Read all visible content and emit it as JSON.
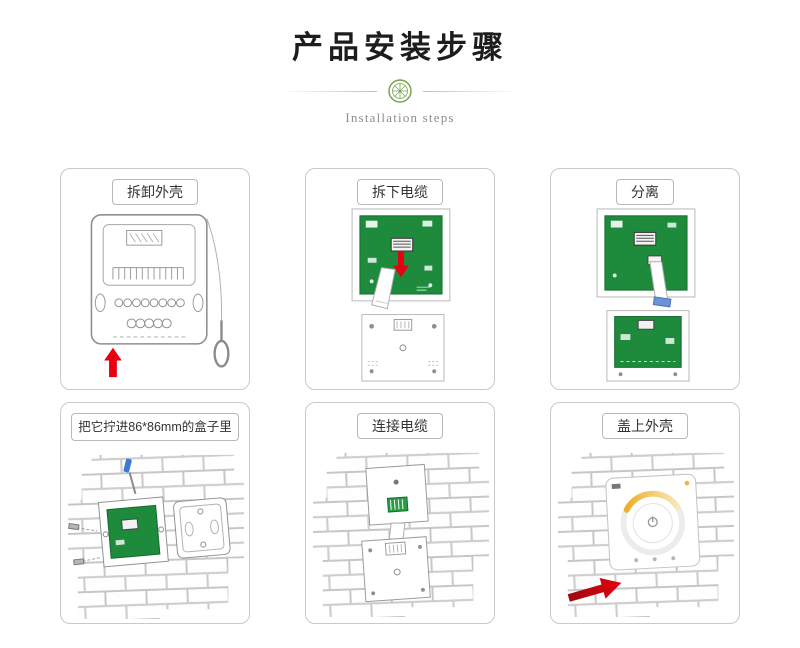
{
  "header": {
    "title": "产品安装步骤",
    "subtitle": "Installation steps"
  },
  "panels": [
    {
      "title": "拆卸外壳"
    },
    {
      "title": "拆下电缆"
    },
    {
      "title": "分离"
    },
    {
      "title": "把它拧进86*86mm的盒子里"
    },
    {
      "title": "连接电缆"
    },
    {
      "title": "盖上外壳"
    }
  ],
  "colors": {
    "pcb_green": "#1e8a3c",
    "pcb_green_dark": "#156b2e",
    "arrow_red": "#e60012",
    "ornament_green": "#7aa34f",
    "dial_gold": "#f0b63c",
    "panel_border": "#c9c9c9"
  }
}
